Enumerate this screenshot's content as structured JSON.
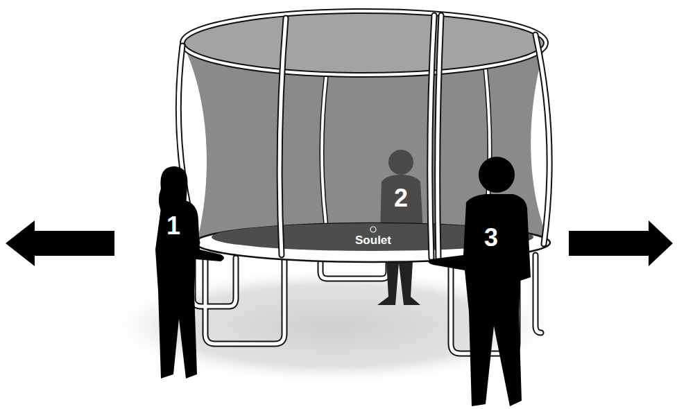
{
  "diagram": {
    "labels": [
      "1",
      "2",
      "3",
      "Soulet"
    ]
  }
}
